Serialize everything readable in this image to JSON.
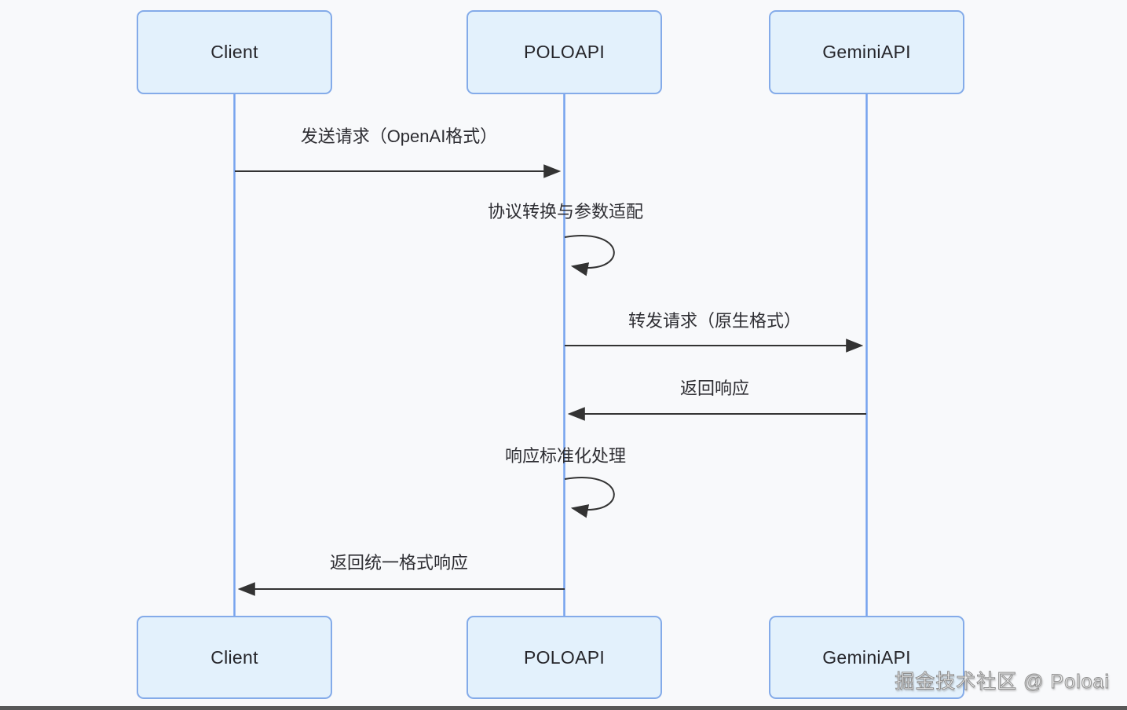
{
  "diagram": {
    "type": "sequence-diagram",
    "actors": [
      {
        "id": "client",
        "label": "Client"
      },
      {
        "id": "poloapi",
        "label": "POLOAPI"
      },
      {
        "id": "geminiapi",
        "label": "GeminiAPI"
      }
    ],
    "messages": [
      {
        "from": "Client",
        "to": "POLOAPI",
        "label": "发送请求（OpenAI格式）",
        "style": "solid-arrow"
      },
      {
        "from": "POLOAPI",
        "to": "POLOAPI",
        "label": "协议转换与参数适配",
        "style": "self-loop"
      },
      {
        "from": "POLOAPI",
        "to": "GeminiAPI",
        "label": "转发请求（原生格式）",
        "style": "solid-arrow"
      },
      {
        "from": "GeminiAPI",
        "to": "POLOAPI",
        "label": "返回响应",
        "style": "solid-arrow"
      },
      {
        "from": "POLOAPI",
        "to": "POLOAPI",
        "label": "响应标准化处理",
        "style": "self-loop"
      },
      {
        "from": "POLOAPI",
        "to": "Client",
        "label": "返回统一格式响应",
        "style": "solid-arrow"
      }
    ],
    "colors": {
      "background": "#f8f9fb",
      "actor_fill": "#e3f1fc",
      "actor_border": "#84abe9",
      "lifeline": "#76a3ee",
      "arrow": "#333333",
      "message_text": "#2e2e33",
      "bottom_bar": "#585858"
    },
    "watermark": "掘金技术社区 @ Poloai"
  }
}
